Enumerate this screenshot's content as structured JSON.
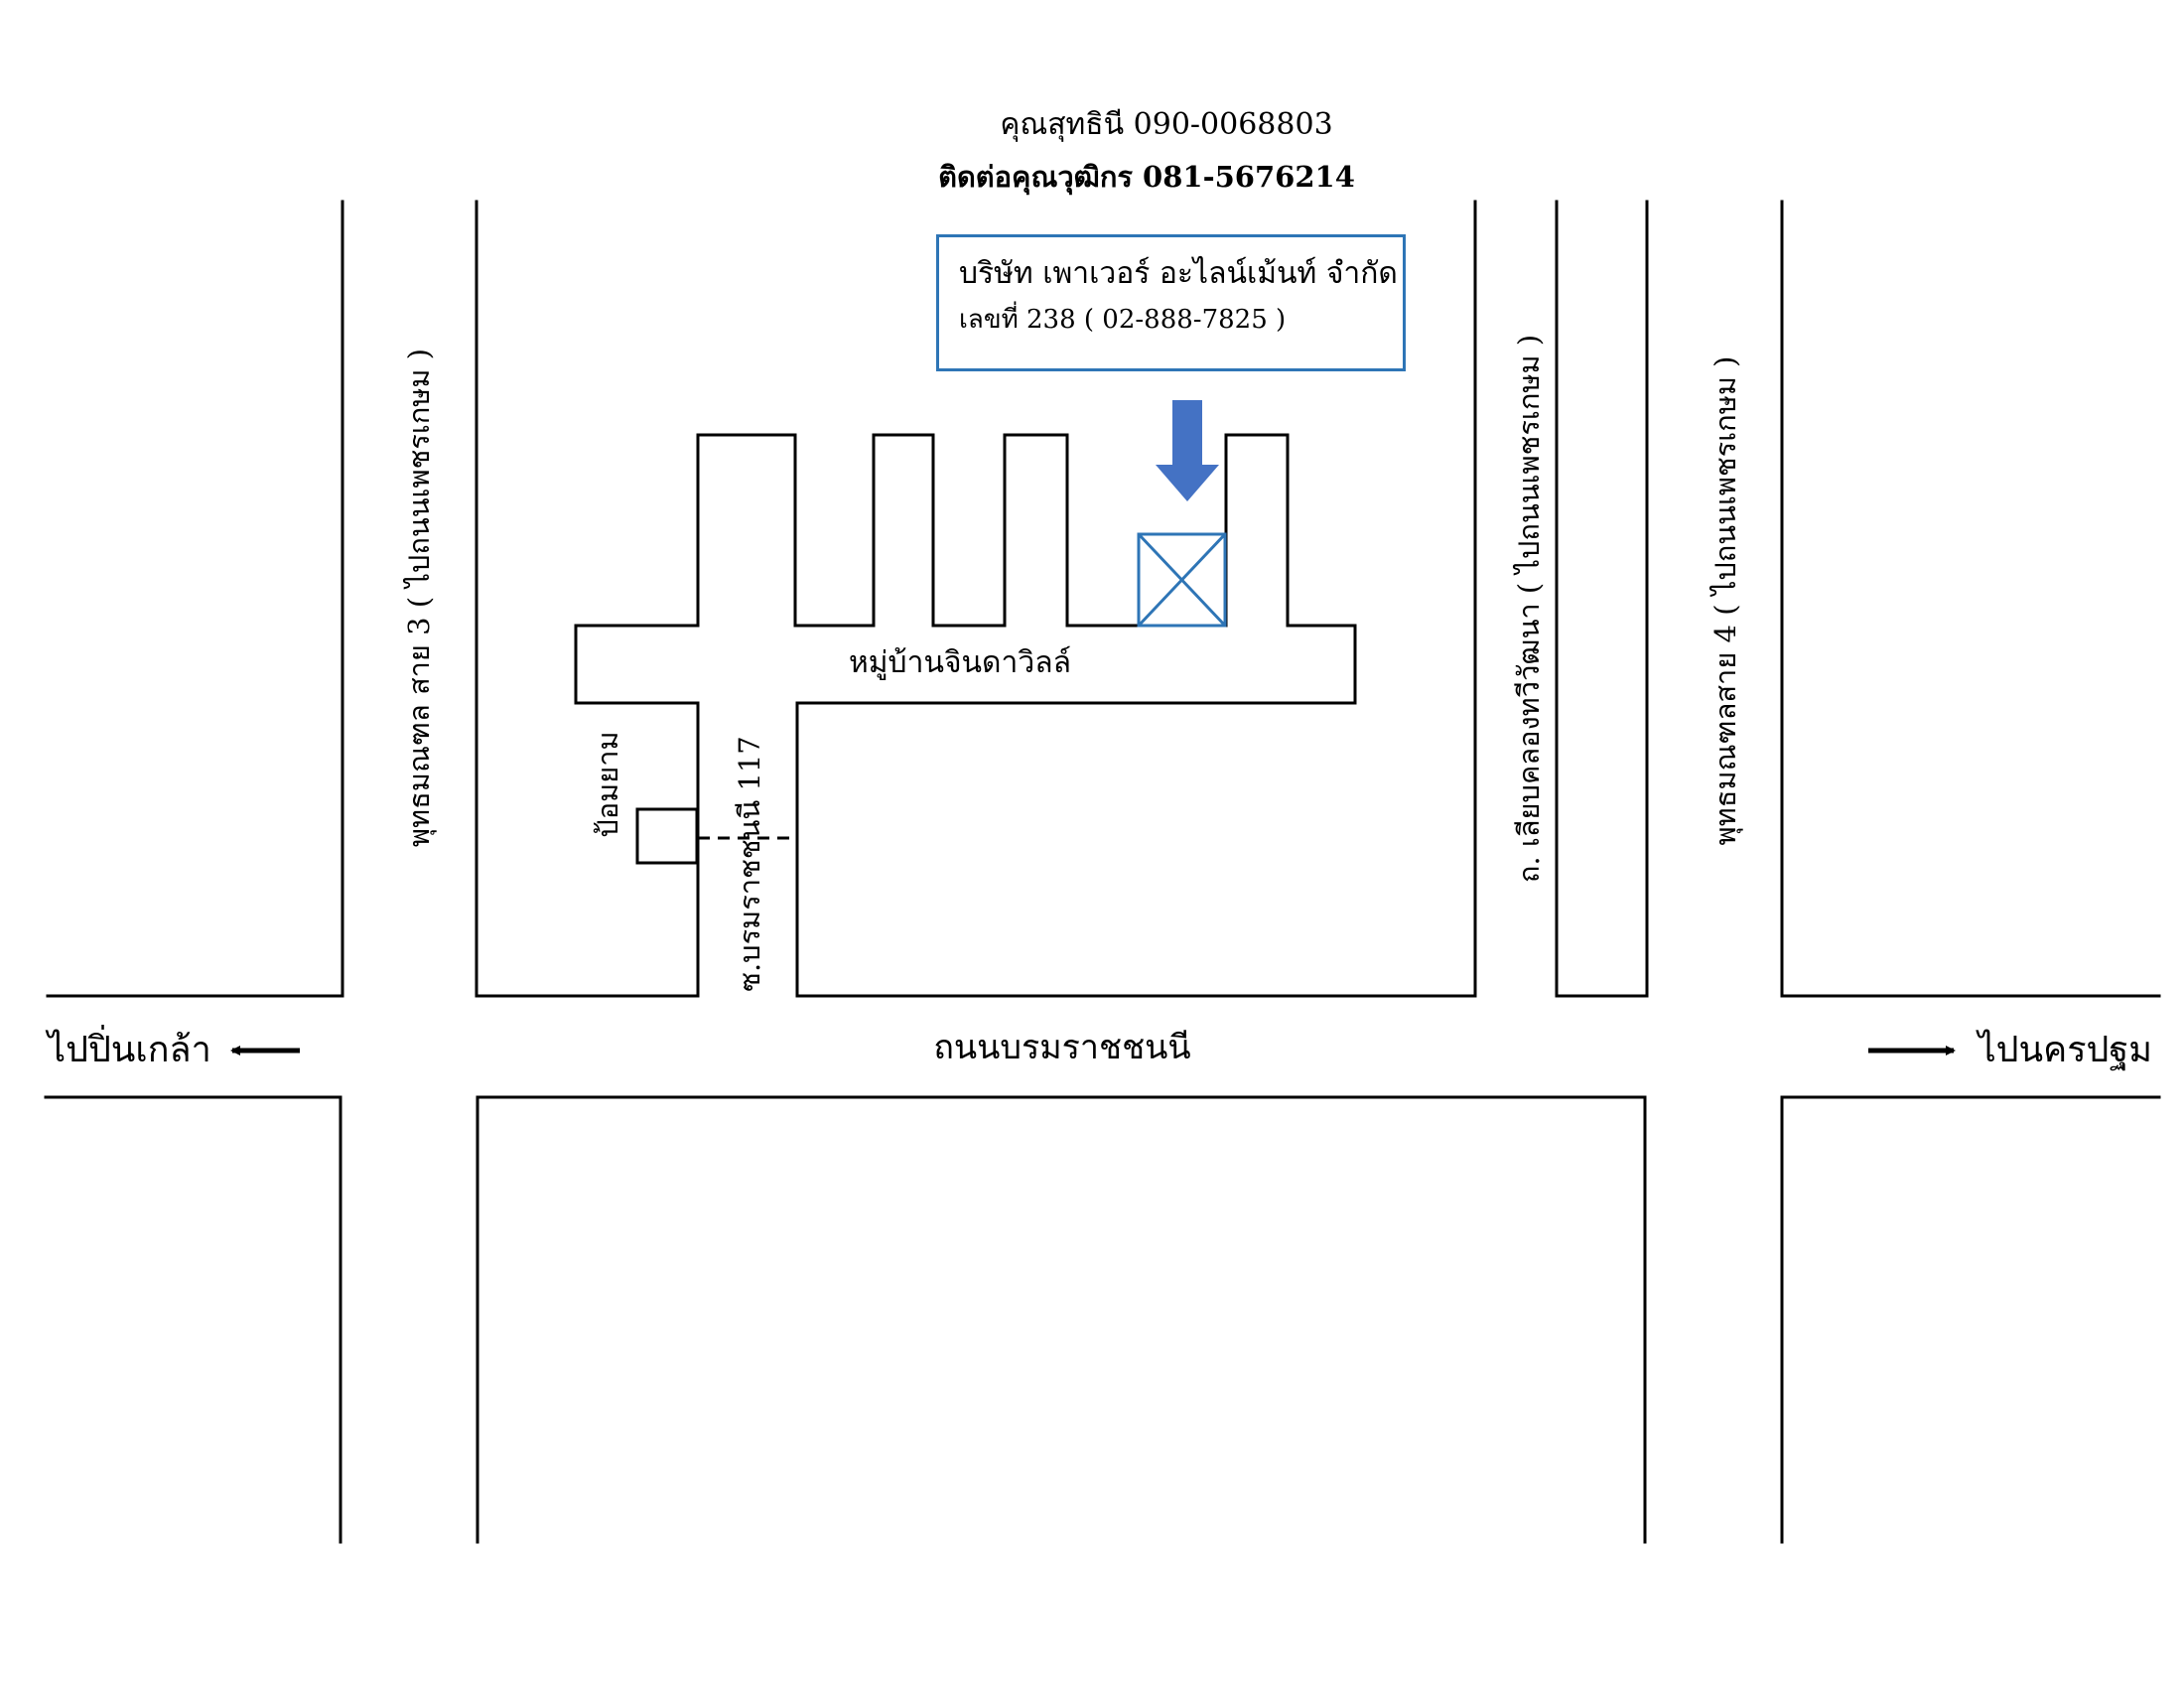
{
  "contacts": {
    "line1": "คุณสุทธินี 090-0068803",
    "line2": "ติดต่อคุณวุฒิกร   081-5676214"
  },
  "company": {
    "name": "บริษัท เพาเวอร์ อะไลน์เม้นท์ จำกัด",
    "address": "เลขที่ 238   (  02-888-7825 )"
  },
  "labels": {
    "village": "หมู่บ้านจินดาวิลล์",
    "guard_post": "ป้อมยาม",
    "main_road": "ถนนบรมราชชนนี",
    "to_left": "ไปปิ่นเกล้า",
    "to_right": "ไปนครปฐม",
    "road_buddhamonthon3": "พุทธมณฑล สาย 3   ( ไปถนนเพชรเกษม )",
    "soi_117": "ซ.บรมราชชนนี 117",
    "road_liab_khlong": "ถ. เลียบคลองทวีวัฒนา  ( ไปถนนเพชรเกษม )",
    "road_buddhamonthon4": "พุทธมณฑลสาย 4   ( ไปถนนเพชรเกษม )"
  },
  "colors": {
    "accent": "#2e75b6",
    "marker_arrow": "#4472c4"
  },
  "icons": {
    "destination": "crossed-box-icon",
    "pointer": "down-arrow-icon",
    "left": "left-arrow-icon",
    "right": "right-arrow-icon"
  }
}
